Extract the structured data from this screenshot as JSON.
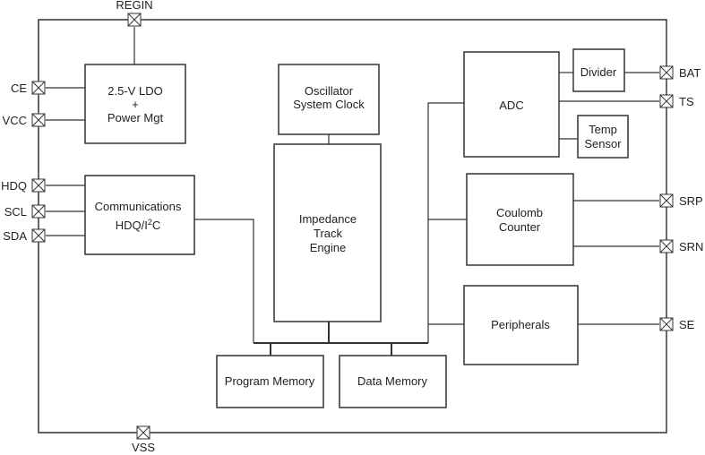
{
  "pins": {
    "regin": "REGIN",
    "ce": "CE",
    "vcc": "VCC",
    "hdq": "HDQ",
    "scl": "SCL",
    "sda": "SDA",
    "vss": "VSS",
    "bat": "BAT",
    "ts": "TS",
    "srp": "SRP",
    "srn": "SRN",
    "se": "SE"
  },
  "blocks": {
    "ldo": {
      "line1": "2.5-V LDO",
      "line2": "+",
      "line3": "Power Mgt"
    },
    "comm": {
      "line1": "Communications",
      "line2_prefix": "HDQ/I",
      "line2_sup": "2",
      "line2_suffix": "C"
    },
    "osc": {
      "line1": "Oscillator",
      "line2": "System Clock"
    },
    "ite": {
      "line1": "Impedance",
      "line2": "Track",
      "line3": "Engine"
    },
    "adc": {
      "label": "ADC"
    },
    "divider": {
      "label": "Divider"
    },
    "temp": {
      "line1": "Temp",
      "line2": "Sensor"
    },
    "coulomb": {
      "line1": "Coulomb",
      "line2": "Counter"
    },
    "peripherals": {
      "label": "Peripherals"
    },
    "program_memory": {
      "label": "Program Memory"
    },
    "data_memory": {
      "label": "Data Memory"
    }
  }
}
